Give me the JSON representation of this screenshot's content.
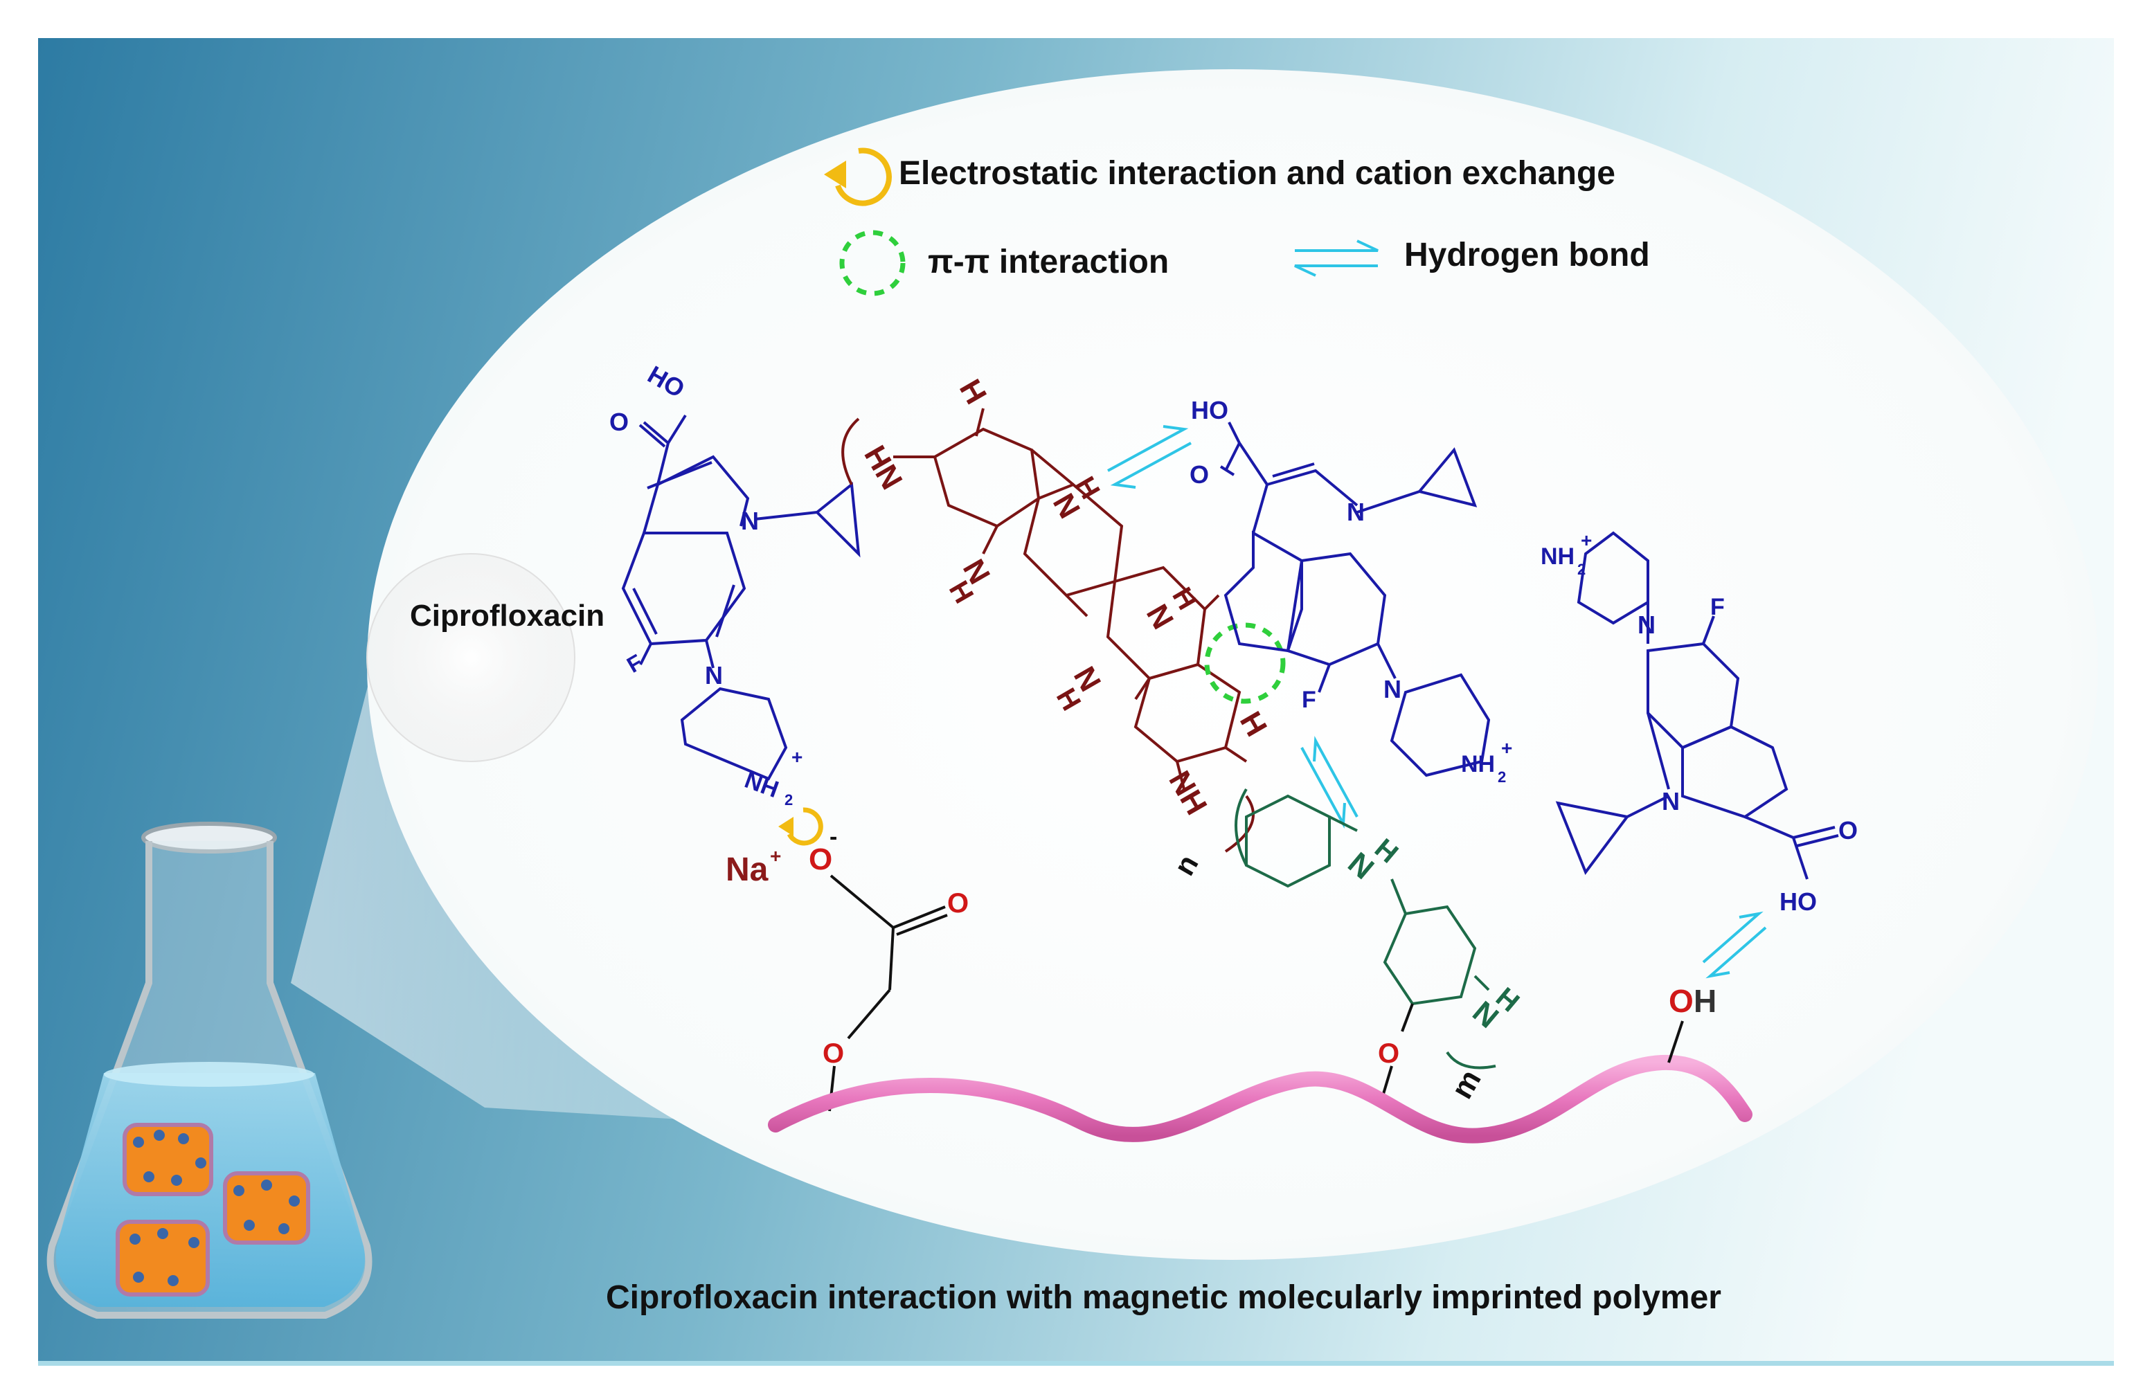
{
  "legend": {
    "electrostatic": "Electrostatic interaction and cation exchange",
    "pi_pi": "π-π interaction",
    "hbond": "Hydrogen bond"
  },
  "labels": {
    "ciprofloxacin": "Ciprofloxacin",
    "caption": "Ciprofloxacin interaction with magnetic molecularly imprinted polymer",
    "sodium": "Na",
    "sodium_charge": "+",
    "oxygen_minus": "O",
    "minus": "-",
    "carbonyl_o": "O",
    "ether_o1": "O",
    "ether_o2": "O",
    "hydroxyl_o": "O",
    "hydroxyl_h": "H",
    "repeat_n": "n",
    "repeat_m": "m"
  },
  "cipro1": {
    "ho": "HO",
    "o": "O",
    "n": "N",
    "f": "F",
    "nh2": "NH",
    "sub2": "2",
    "plus": "+"
  },
  "cipro2": {
    "ho": "HO",
    "o": "O",
    "n": "N",
    "f": "F",
    "nh2": "NH",
    "sub2": "2",
    "plus": "+"
  },
  "cipro3": {
    "ho": "HO",
    "o": "O",
    "n": "N",
    "f": "F",
    "nh2": "NH",
    "sub2": "2",
    "plus": "+"
  },
  "polyaniline": {
    "hn": "HN",
    "h": "H",
    "nh": "NH",
    "n": "N"
  },
  "aniline_green": {
    "n": "N",
    "h": "H"
  },
  "colors": {
    "bg_dark": "#2f7fa6",
    "bg_light": "#eef8fa",
    "cipro": "#1a1aa8",
    "polymer_red": "#7a1414",
    "polymer_green": "#1d6b48",
    "substrate": "#e879bf",
    "hbond": "#2ec5e6",
    "pi": "#2fcf3c",
    "electro": "#f2bb12",
    "oxygen": "#d01818"
  }
}
